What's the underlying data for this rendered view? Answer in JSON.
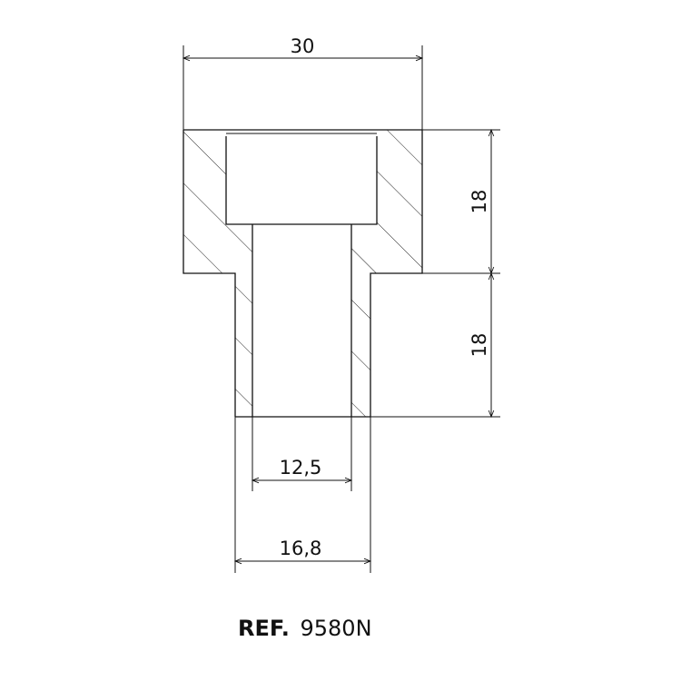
{
  "drawing": {
    "dimensions": {
      "overall_width": "30",
      "upper_height": "18",
      "lower_height": "18",
      "inner_diameter": "12,5",
      "outer_diameter": "16,8"
    },
    "reference": {
      "label": "REF.",
      "number": "9580N"
    }
  }
}
